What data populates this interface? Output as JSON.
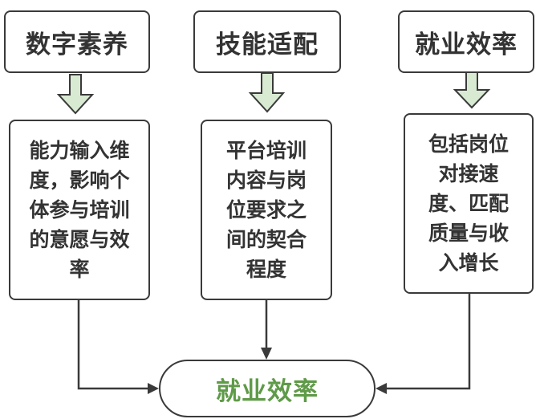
{
  "diagram": {
    "colors": {
      "border": "#3a3a3a",
      "text": "#333333",
      "arrow_fill": "#d9ead3",
      "result_text": "#5f9a48"
    },
    "columns": [
      {
        "title": "数字素养",
        "description_lines": [
          "能力输入维",
          "度，影响个",
          "体参与培训",
          "的意愿与效",
          "率"
        ]
      },
      {
        "title": "技能适配",
        "description_lines": [
          "平台培训",
          "内容与岗",
          "位要求之",
          "间的契合",
          "程度"
        ]
      },
      {
        "title": "就业效率",
        "description_lines": [
          "包括岗位",
          "对接速",
          "度、匹配",
          "质量与收",
          "入增长"
        ]
      }
    ],
    "result": {
      "label": "就业效率"
    }
  }
}
